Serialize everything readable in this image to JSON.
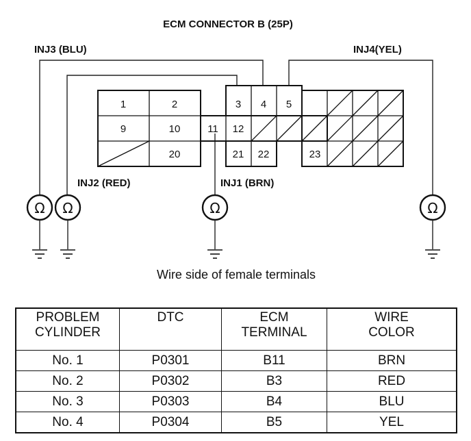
{
  "title": "ECM CONNECTOR B (25P)",
  "caption": "Wire side of female terminals",
  "wire_labels": {
    "inj3": "INJ3 (BLU)",
    "inj4": "INJ4(YEL)",
    "inj2": "INJ2 (RED)",
    "inj1": "INJ1 (BRN)"
  },
  "meter_symbol": "Ω",
  "terminals": [
    "1",
    "2",
    "3",
    "4",
    "5",
    "9",
    "10",
    "11",
    "12",
    "20",
    "21",
    "22",
    "23"
  ],
  "table": {
    "headers": [
      [
        "PROBLEM",
        "CYLINDER"
      ],
      [
        "DTC",
        ""
      ],
      [
        "ECM",
        "TERMINAL"
      ],
      [
        "WIRE",
        "COLOR"
      ]
    ],
    "rows": [
      [
        "No. 1",
        "P0301",
        "B11",
        "BRN"
      ],
      [
        "No. 2",
        "P0302",
        "B3",
        "RED"
      ],
      [
        "No. 3",
        "P0303",
        "B4",
        "BLU"
      ],
      [
        "No. 4",
        "P0304",
        "B5",
        "YEL"
      ]
    ]
  }
}
